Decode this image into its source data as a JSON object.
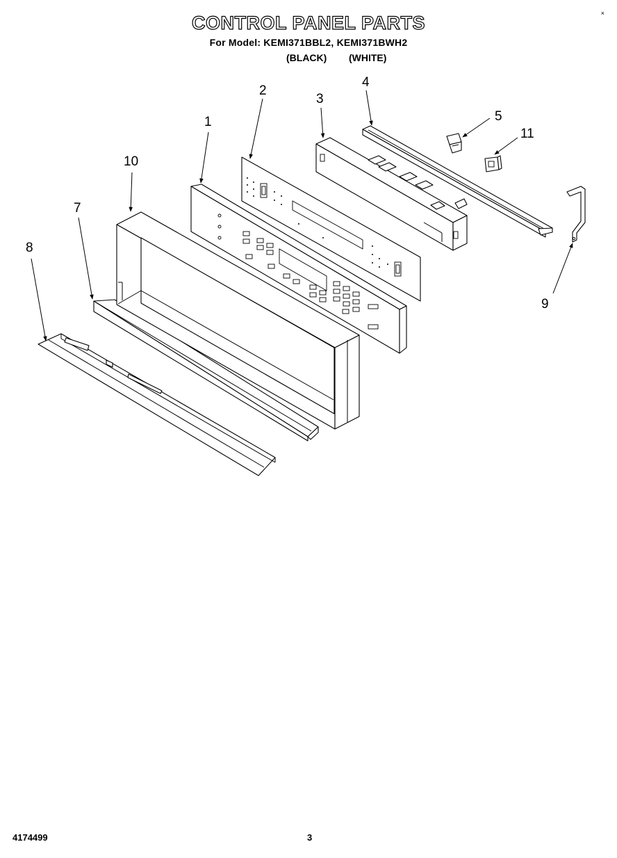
{
  "header": {
    "title": "CONTROL PANEL PARTS",
    "model_line": "For Model: KEMI371BBL2, KEMI371BWH2",
    "variant_black": "(BLACK)",
    "variant_white": "(WHITE)",
    "corner_mark": "×"
  },
  "parts": [
    {
      "id": "part-1",
      "label": "1"
    },
    {
      "id": "part-2",
      "label": "2"
    },
    {
      "id": "part-3",
      "label": "3"
    },
    {
      "id": "part-4",
      "label": "4"
    },
    {
      "id": "part-5",
      "label": "5"
    },
    {
      "id": "part-7",
      "label": "7"
    },
    {
      "id": "part-8",
      "label": "8"
    },
    {
      "id": "part-9",
      "label": "9"
    },
    {
      "id": "part-10",
      "label": "10"
    },
    {
      "id": "part-11",
      "label": "11"
    }
  ],
  "footer": {
    "doc_number": "4174499",
    "page_number": "3"
  }
}
